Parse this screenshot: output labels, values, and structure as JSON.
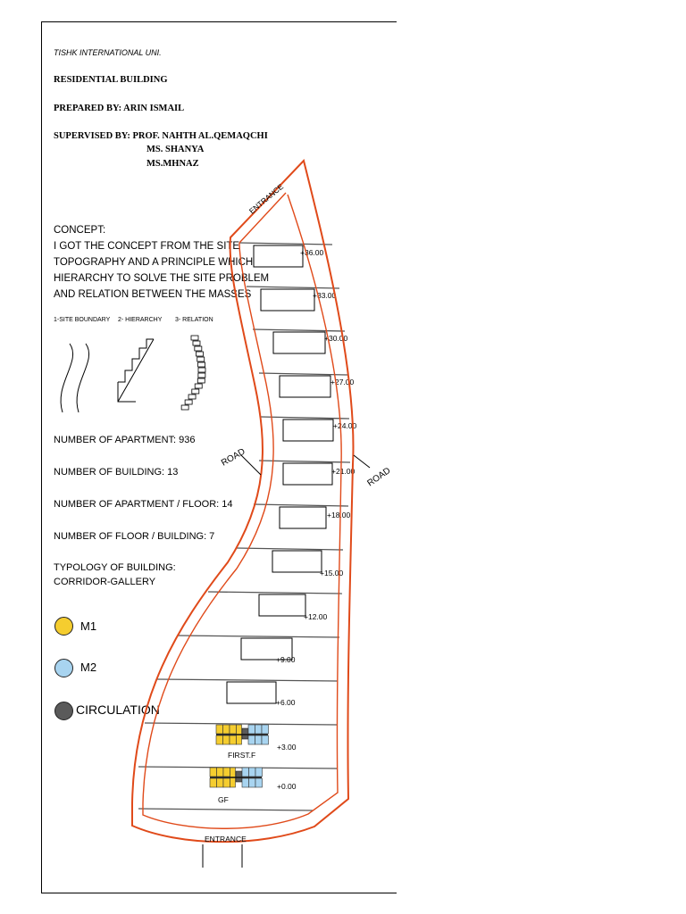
{
  "header": {
    "university": "TISHK INTERNATIONAL UNI.",
    "title": "RESIDENTIAL BUILDING",
    "prepared_by": "PREPARED BY: ARIN ISMAIL",
    "supervised_by": "SUPERVISED BY: PROF. NAHTH AL.QEMAQCHI",
    "supervisor_2": "MS. SHANYA",
    "supervisor_3": "MS.MHNAZ"
  },
  "concept": {
    "heading": "CONCEPT:",
    "lines": [
      "I GOT THE CONCEPT FROM THE SITE",
      "TOPOGRAPHY AND A PRINCIPLE WHICH IS",
      "HIERARCHY TO SOLVE THE SITE PROBLEM",
      "AND RELATION BETWEEN THE MASSES"
    ],
    "sketch_labels": [
      "1-SITE BOUNDARY",
      "2- HIERARCHY",
      "3- RELATION"
    ]
  },
  "stats": {
    "apartments": "NUMBER OF APARTMENT: 936",
    "buildings": "NUMBER OF BUILDING: 13",
    "apartments_per_floor": "NUMBER OF APARTMENT / FLOOR: 14",
    "floors_per_building": "NUMBER OF FLOOR / BUILDING: 7",
    "typology_heading": "TYPOLOGY OF BUILDING:",
    "typology": "CORRIDOR-GALLERY"
  },
  "legend": [
    {
      "label": "M1",
      "color": "#f5cd2f"
    },
    {
      "label": "M2",
      "color": "#a8d4f0"
    },
    {
      "label": "CIRCULATION",
      "color": "#5a5a5a"
    }
  ],
  "site_plan": {
    "boundary_color": "#e04a1a",
    "entrance_top": "ENTRANCE",
    "entrance_bottom": "ENTRANCE",
    "road_left": "ROAD",
    "road_right": "ROAD",
    "levels": [
      "+36.00",
      "+33.00",
      "+30.00",
      "+27.00",
      "+24.00",
      "+21.00",
      "+18.00",
      "+15.00",
      "+12.00",
      "+9.00",
      "+6.00",
      "+3.00",
      "+0.00"
    ],
    "floor_labels": {
      "first": "FIRST.F",
      "ground": "GF"
    }
  }
}
